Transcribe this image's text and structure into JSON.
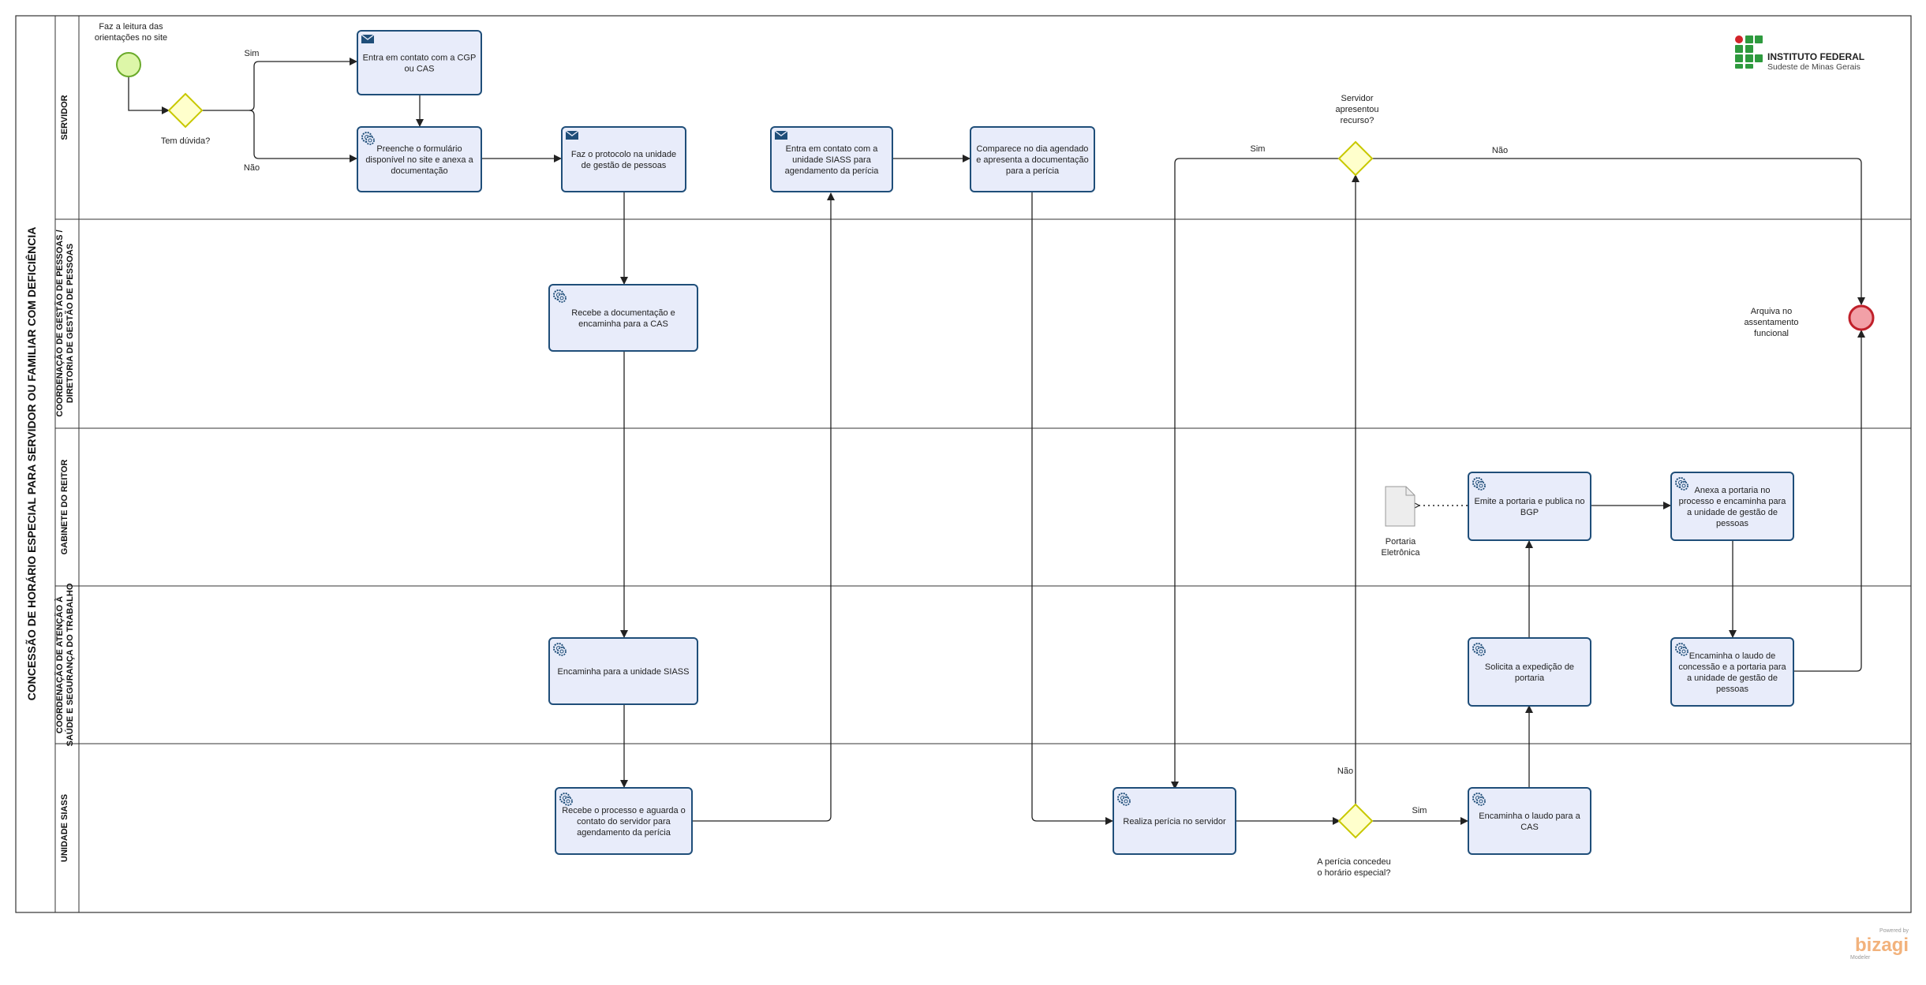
{
  "pool": {
    "title": "CONCESSÃO DE HORÁRIO ESPECIAL PARA SERVIDOR OU FAMILIAR COM DEFICIÊNCIA"
  },
  "lanes": [
    {
      "id": "servidor",
      "lines": [
        "SERVIDOR"
      ]
    },
    {
      "id": "cgp",
      "lines": [
        "COORDENAÇÃO DE GESTÃO DE PESSOAS /",
        "DIRETORIA DE GESTÃO DE PESSOAS"
      ]
    },
    {
      "id": "gabinete",
      "lines": [
        "GABINETE DO REITOR"
      ]
    },
    {
      "id": "cas",
      "lines": [
        "COORDENAÇÃO DE ATENÇÃO À",
        "SAÚDE E SEGURANÇA DO TRABALHO"
      ]
    },
    {
      "id": "siass",
      "lines": [
        "UNIDADE SIASS"
      ]
    }
  ],
  "tasks": [
    {
      "id": "t1",
      "type": "send",
      "lines": [
        "Entra em contato com a CGP",
        "ou CAS"
      ]
    },
    {
      "id": "t2",
      "type": "service",
      "lines": [
        "Preenche o formulário",
        "disponível no site e anexa a",
        "documentação"
      ]
    },
    {
      "id": "t3",
      "type": "send",
      "lines": [
        "Faz o protocolo na unidade",
        "de gestão de pessoas"
      ]
    },
    {
      "id": "t4",
      "type": "send",
      "lines": [
        "Entra em contato com a",
        "unidade SIASS para",
        "agendamento da perícia"
      ]
    },
    {
      "id": "t5",
      "type": "none",
      "lines": [
        "Comparece no dia agendado",
        "e apresenta a documentação",
        "para a perícia"
      ]
    },
    {
      "id": "t6",
      "type": "service",
      "lines": [
        "Recebe a documentação e",
        "encaminha para a CAS"
      ]
    },
    {
      "id": "t7",
      "type": "service",
      "lines": [
        "Encaminha para a unidade SIASS"
      ]
    },
    {
      "id": "t8",
      "type": "service",
      "lines": [
        "Recebe o processo e aguarda o",
        "contato do servidor para",
        "agendamento da perícia"
      ]
    },
    {
      "id": "t9",
      "type": "service",
      "lines": [
        "Realiza perícia no servidor"
      ]
    },
    {
      "id": "t10",
      "type": "service",
      "lines": [
        "Encaminha o laudo para a",
        "CAS"
      ]
    },
    {
      "id": "t11",
      "type": "service",
      "lines": [
        "Solicita a expedição de",
        "portaria"
      ]
    },
    {
      "id": "t12",
      "type": "service",
      "lines": [
        "Emite a portaria e publica no",
        "BGP"
      ]
    },
    {
      "id": "t13",
      "type": "service",
      "lines": [
        "Anexa a portaria no",
        "processo e encaminha para",
        "a unidade de gestão de",
        "pessoas"
      ]
    },
    {
      "id": "t14",
      "type": "service",
      "lines": [
        "Encaminha o laudo de",
        "concessão e a portaria para",
        "a unidade de gestão de",
        "pessoas"
      ]
    }
  ],
  "events": {
    "start_label": [
      "Faz a leitura das",
      "orientações no site"
    ],
    "end_label": [
      "Arquiva no",
      "assentamento",
      "funcional"
    ]
  },
  "gateways": {
    "g1_label": [
      "Tem dúvida?"
    ],
    "g2_label": [
      "Servidor",
      "apresentou",
      "recurso?"
    ],
    "g3_label": [
      "A perícia concedeu",
      "o horário especial?"
    ]
  },
  "flow_labels": {
    "yes": "Sim",
    "no": "Não"
  },
  "artifact": {
    "label": [
      "Portaria",
      "Eletrônica"
    ]
  },
  "logo": {
    "name": "INSTITUTO FEDERAL",
    "subtitle": "Sudeste de Minas Gerais"
  },
  "watermark": {
    "powered": "Powered by",
    "brand": "bizagi",
    "product": "Modeler"
  },
  "colors": {
    "task_fill": "#e8ecfa",
    "task_stroke": "#1f4e79",
    "gateway_fill": "#ffffcc",
    "gateway_stroke": "#c8c800",
    "start_fill": "#ddf6a8",
    "start_stroke": "#6aaa2a",
    "end_fill": "#f2a0a7",
    "end_stroke": "#c0202a",
    "logo_green": "#2e9a3e",
    "logo_red": "#d2232a",
    "bizagi_orange": "#f2b27c"
  }
}
